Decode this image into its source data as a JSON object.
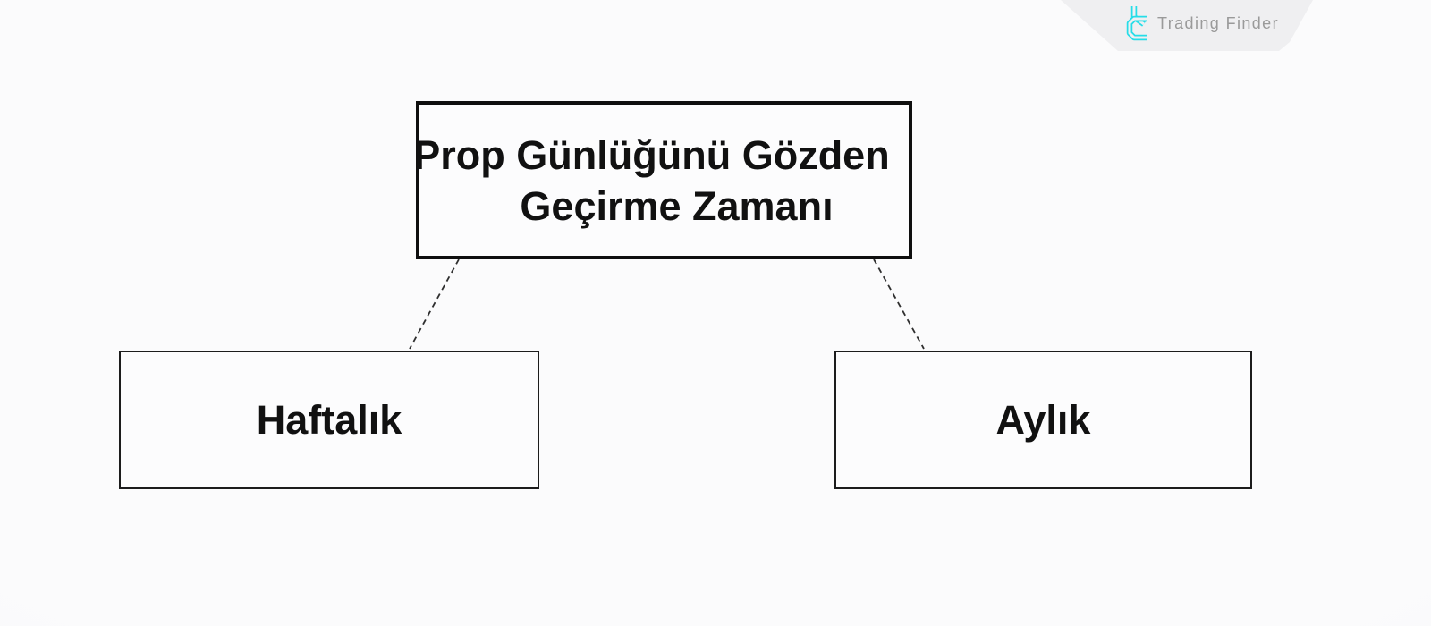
{
  "brand": {
    "label": "Trading Finder",
    "logo_icon": "trading-finder-icon",
    "colors": {
      "icon": "#25dde8",
      "text": "#9a9a9a",
      "badge": "#efeff1"
    }
  },
  "diagram": {
    "type": "flowchart",
    "title_node": {
      "label": "Prop Günlüğünü Gözden Geçirme Zamanı",
      "line1": "Prop Günlüğünü Gözden",
      "line2": "Geçirme Zamanı"
    },
    "child_nodes": [
      {
        "label": "Haftalık"
      },
      {
        "label": "Aylık"
      }
    ],
    "edges": [
      {
        "from": "title-node",
        "to": "child-0",
        "style": "dashed"
      },
      {
        "from": "title-node",
        "to": "child-1",
        "style": "dashed"
      }
    ],
    "colors": {
      "node_border": "#141414",
      "node_fill": "#fcfcfd",
      "node_text": "#111111",
      "connector": "#2f2f2f"
    }
  }
}
